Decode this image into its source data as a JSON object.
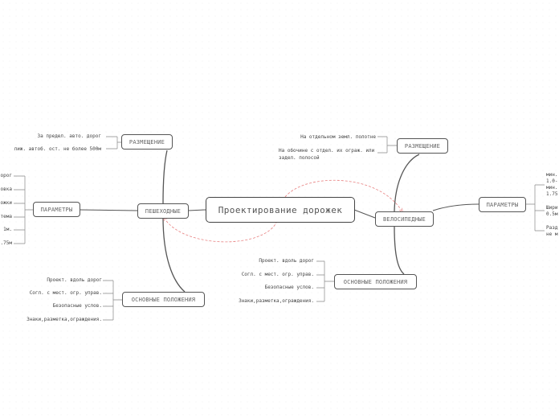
{
  "central": {
    "label": "Проектирование дорожек"
  },
  "pedestrian": {
    "label": "ПЕШЕХОДНЫЕ",
    "placement": {
      "label": "РАЗМЕЩЕНИЕ",
      "items": [
        "За предел. авто. дорог",
        "лиж. автоб. ост. не более 500м"
      ]
    },
    "params": {
      "label": "ПАРАМЕТРЫ",
      "items": [
        "орог",
        "овка",
        "ожки",
        "тема",
        "1м.",
        ".75м"
      ]
    },
    "main": {
      "label": "ОСНОВНЫЕ ПОЛОЖЕНИЯ",
      "items": [
        "Проект. вдоль дорог",
        "Согл. с мест. огр. управ.",
        "Безопасные услов.",
        "Знаки,разметка,ограждения."
      ]
    }
  },
  "bicycle": {
    "label": "ВЕЛОСИПЕДНЫЕ",
    "placement": {
      "label": "РАЗМЕЩЕНИЕ",
      "items": [
        "На отдельном земл. полотне",
        "На обочине с отдел. их ограж. или задел. полосой"
      ]
    },
    "params": {
      "label": "ПАРАМЕТРЫ",
      "items": [
        "мин.",
        "1.0-",
        "мин.",
        "1.75",
        "Шири",
        "0.5м",
        "Разд",
        "не м"
      ]
    },
    "main": {
      "label": "ОСНОВНЫЕ ПОЛОЖЕНИЯ",
      "items": [
        "Проект. вдоль дорог",
        "Согл. с мест. огр. управ.",
        "Безопасные услов.",
        "Знаки,разметка,ограждения."
      ]
    }
  },
  "colors": {
    "line": "#555555",
    "relation": "#e88080",
    "background": "#ffffff"
  }
}
